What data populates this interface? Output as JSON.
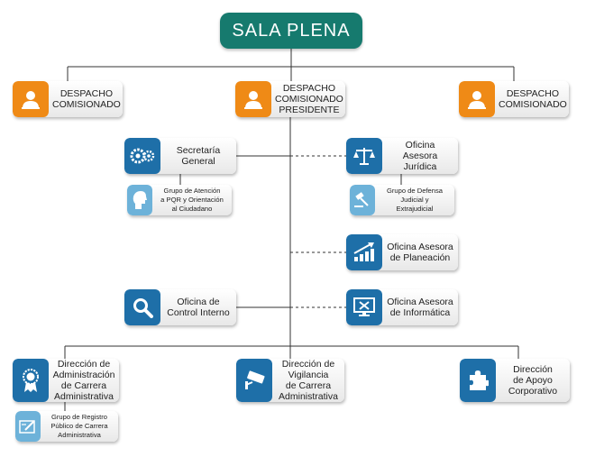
{
  "root": {
    "label": "SALA PLENA"
  },
  "despacho_izquierdo": {
    "label": "DESPACHO\nCOMISIONADO"
  },
  "despacho_presidente": {
    "label": "DESPACHO\nCOMISIONADO\nPRESIDENTE"
  },
  "despacho_derecho": {
    "label": "DESPACHO\nCOMISIONADO"
  },
  "secretaria_general": {
    "label": "Secretaría\nGeneral"
  },
  "grupo_atencion": {
    "label": "Grupo de Atención\na PQR y Orientación\nal Ciudadano"
  },
  "oficina_juridica": {
    "label": "Oficina\nAsesora Jurídica"
  },
  "grupo_defensa": {
    "label": "Grupo de Defensa\nJudicial y\nExtrajudicial"
  },
  "oficina_planeacion": {
    "label": "Oficina Asesora\nde Planeación"
  },
  "oficina_control": {
    "label": "Oficina de\nControl Interno"
  },
  "oficina_informatica": {
    "label": "Oficina Asesora\nde Informática"
  },
  "direccion_administracion": {
    "label": "Dirección de\nAdministración\nde Carrera\nAdministrativa"
  },
  "grupo_registro": {
    "label": "Grupo de Registro\nPúblico de Carrera\nAdministrativa"
  },
  "direccion_vigilancia": {
    "label": "Dirección de\nVigilancia\nde Carrera\nAdministrativa"
  },
  "direccion_apoyo": {
    "label": "Dirección\nde Apoyo\nCorporativo"
  },
  "colors": {
    "root": "#167a6e",
    "despacho": "#ef8a16",
    "oficina": "#1e6fa8",
    "grupo": "#6db2d9",
    "line": "#333333"
  }
}
